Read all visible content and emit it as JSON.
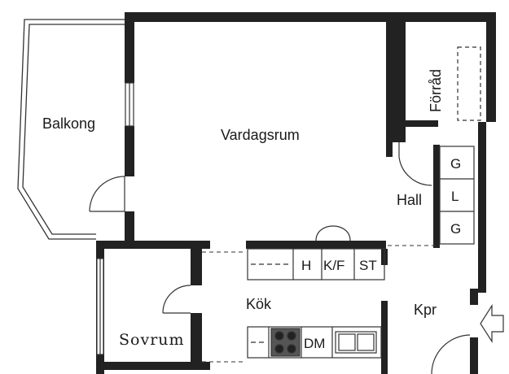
{
  "rooms": {
    "balkong": "Balkong",
    "vardagsrum": "Vardagsrum",
    "forrad": "Förråd",
    "hall": "Hall",
    "kok": "Kök",
    "kpr": "Kpr",
    "sovrum": "Sovrum"
  },
  "closets": [
    "G",
    "L",
    "G"
  ],
  "kitchen_top": [
    "H",
    "K/F",
    "ST"
  ],
  "kitchen_bottom": [
    "DM"
  ],
  "colors": {
    "wall": "#222222",
    "line": "#333333",
    "background": "#ffffff"
  }
}
